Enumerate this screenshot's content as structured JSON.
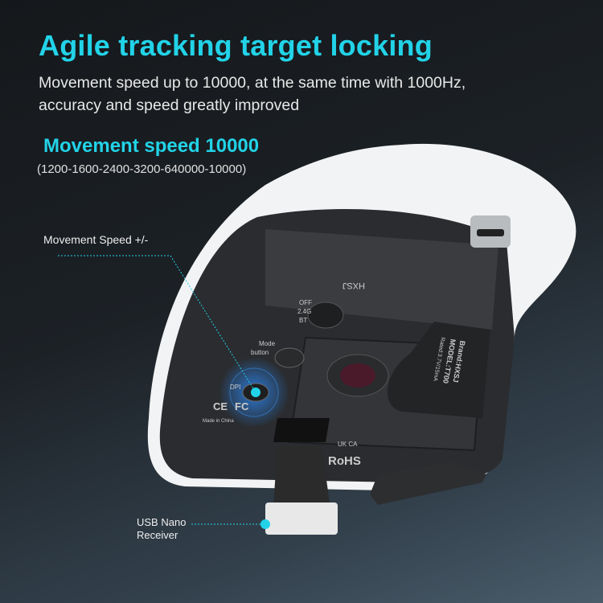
{
  "headline": "Agile tracking target locking",
  "subtitle_line1": "Movement speed up to 10000, at the same time with 1000Hz,",
  "subtitle_line2": "accuracy and speed greatly improved",
  "speed_title": "Movement speed 10000",
  "speed_levels": "(1200-1600-2400-3200-640000-10000)",
  "callouts": {
    "dpi": "Movement Speed +/-",
    "usb_line1": "USB Nano",
    "usb_line2": "Receiver"
  },
  "mouse_labels": {
    "brand_logo": "HXSJ",
    "switch_off": "OFF",
    "switch_24g": "2.4G",
    "switch_bt": "BT",
    "mode1": "Mode",
    "mode2": "button",
    "dpi": "DPI",
    "ce": "CE",
    "fc": "FC",
    "made_in": "Made in China",
    "rohs": "RoHS",
    "ukca": "UK CA",
    "spec1": "Brand:HXSJ",
    "spec2": "MODEL:T700",
    "spec3": "Rated:3.7V/15mA"
  },
  "colors": {
    "accent": "#22d3e8",
    "background": "#1c2126"
  }
}
